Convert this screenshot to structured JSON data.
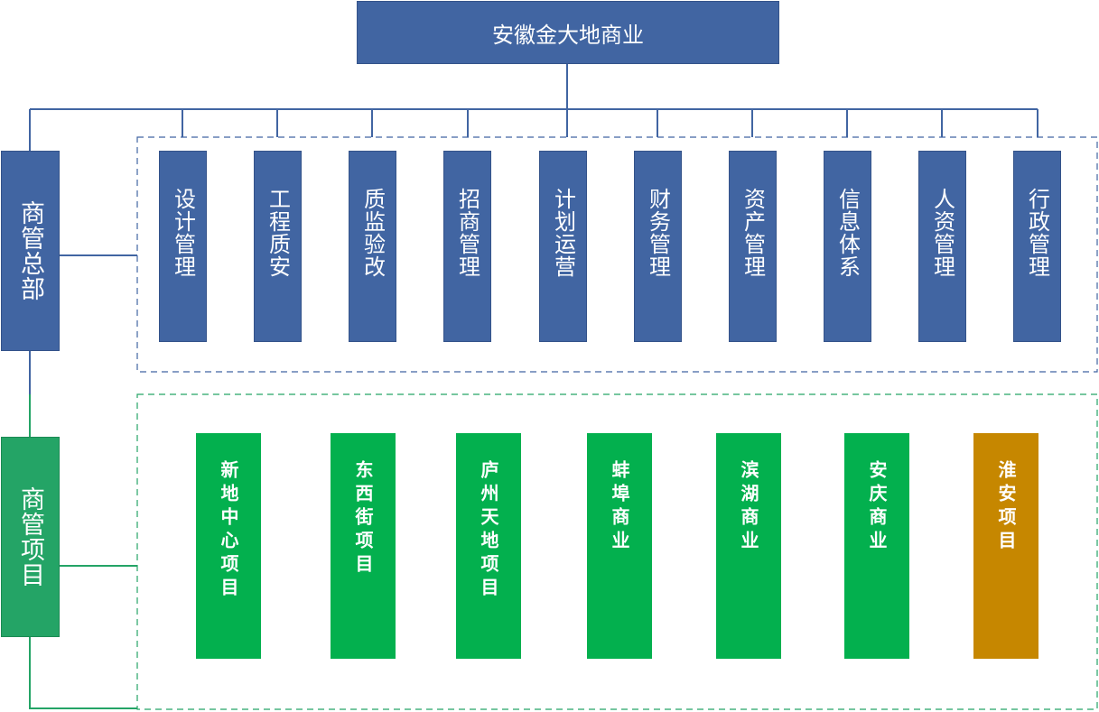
{
  "root": {
    "label": "安徽金大地商业",
    "color": "#4165a2"
  },
  "hq": {
    "label": "商管总部",
    "color": "#4165a2",
    "departments": [
      "设计管理",
      "工程质安",
      "质监验改",
      "招商管理",
      "计划运营",
      "财务管理",
      "资产管理",
      "信息体系",
      "人资管理",
      "行政管理"
    ]
  },
  "projects": {
    "label": "商管项目",
    "color": "#24a466",
    "items": [
      {
        "label": "新地中心项目",
        "color": "#03b04e"
      },
      {
        "label": "东西街项目",
        "color": "#03b04e"
      },
      {
        "label": "庐州天地项目",
        "color": "#03b04e"
      },
      {
        "label": "蚌埠商业",
        "color": "#03b04e"
      },
      {
        "label": "滨湖商业",
        "color": "#03b04e"
      },
      {
        "label": "安庆商业",
        "color": "#03b04e"
      },
      {
        "label": "淮安项目",
        "color": "#c68700"
      }
    ]
  }
}
